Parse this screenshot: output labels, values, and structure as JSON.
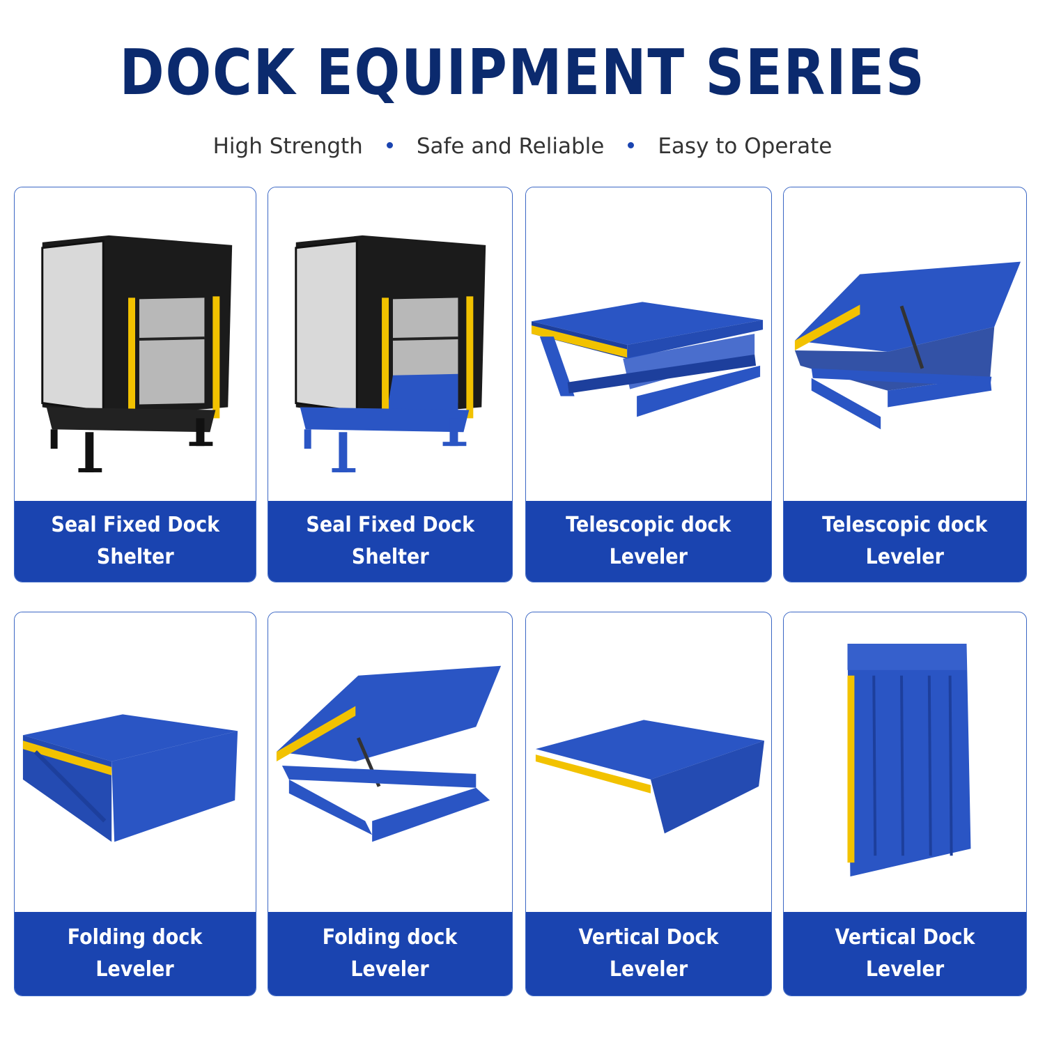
{
  "header": {
    "title": "DOCK EQUIPMENT SERIES",
    "features": [
      "High Strength",
      "Safe and Reliable",
      "Easy to Operate"
    ]
  },
  "colors": {
    "title": "#0b2a6e",
    "accent": "#1a44b0",
    "steel_blue": "#2a55c4",
    "hazard_yellow": "#f2c200"
  },
  "products": [
    {
      "label": "Seal Fixed Dock\nShelter",
      "icon": "dock-shelter-black-base-illustration"
    },
    {
      "label": "Seal Fixed Dock\nShelter",
      "icon": "dock-shelter-blue-base-illustration"
    },
    {
      "label": "Telescopic dock\nLeveler",
      "icon": "telescopic-leveler-flat-illustration"
    },
    {
      "label": "Telescopic dock\nLeveler",
      "icon": "telescopic-leveler-raised-illustration"
    },
    {
      "label": "Folding dock\nLeveler",
      "icon": "folding-leveler-box-illustration"
    },
    {
      "label": "Folding dock\nLeveler",
      "icon": "folding-leveler-raised-illustration"
    },
    {
      "label": "Vertical Dock Leveler",
      "icon": "vertical-leveler-flat-illustration"
    },
    {
      "label": "Vertical Dock Leveler",
      "icon": "vertical-leveler-upright-illustration"
    }
  ]
}
